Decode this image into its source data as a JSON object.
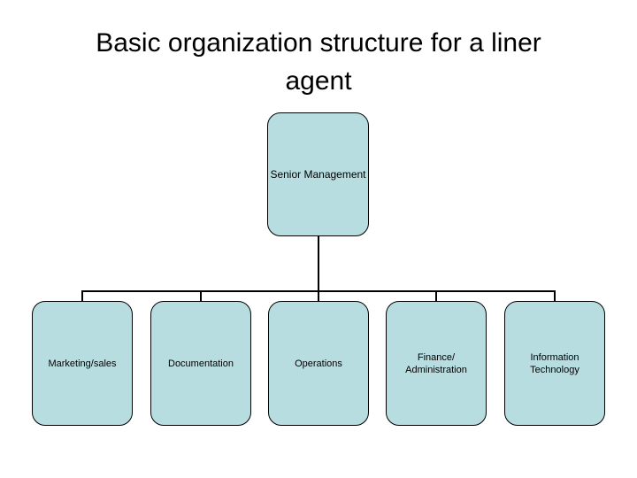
{
  "slide": {
    "title": "Basic organization structure for a liner agent",
    "title_lines": [
      "Basic organization structure for a liner",
      "agent"
    ]
  },
  "org_chart": {
    "root": {
      "label": "Senior Management"
    },
    "children": [
      {
        "label": "Marketing/sales"
      },
      {
        "label": "Documentation"
      },
      {
        "label": "Operations"
      },
      {
        "label": "Finance/\nAdministration"
      },
      {
        "label": "Information\nTechnology"
      }
    ]
  },
  "colors": {
    "background": "#ffffff",
    "box_fill": "#b8dde1",
    "box_border": "#000000",
    "connector": "#000000",
    "text": "#000000"
  }
}
